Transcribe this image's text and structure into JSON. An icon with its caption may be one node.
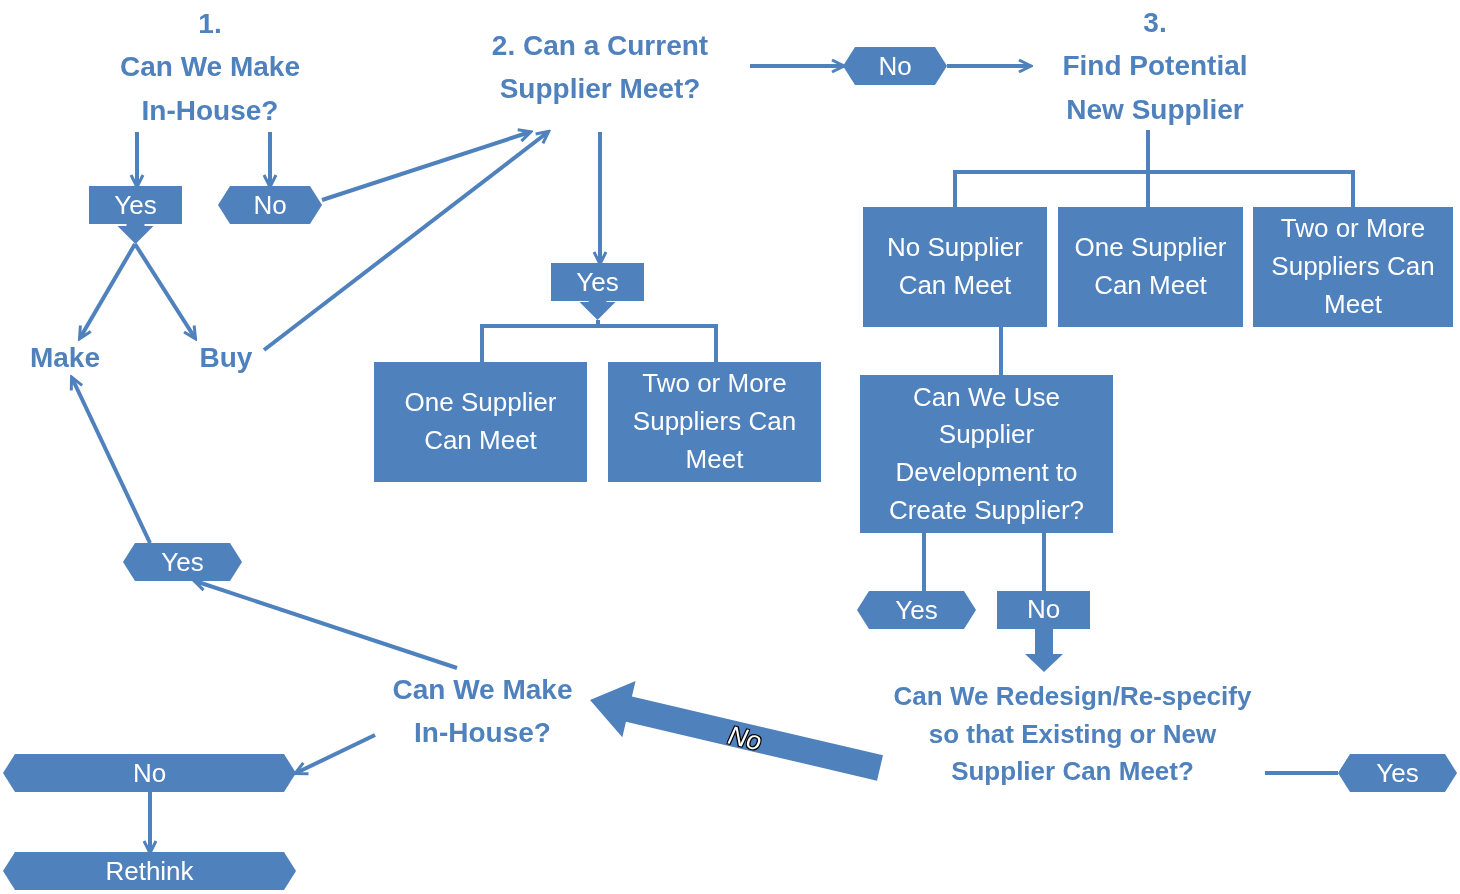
{
  "diagram": {
    "nodes": [
      {
        "text": [
          "1.",
          "Can We Make In-House?"
        ]
      },
      {
        "text": [
          "Yes"
        ]
      },
      {
        "text": [
          "No"
        ]
      },
      {
        "text": [
          "2. Can a Current Supplier Meet?"
        ]
      },
      {
        "text": [
          "Make"
        ]
      },
      {
        "text": [
          "Buy"
        ]
      },
      {
        "text": [
          "Yes"
        ]
      },
      {
        "text": [
          "One Supplier Can Meet"
        ]
      },
      {
        "text": [
          "Two or More Suppliers Can Meet"
        ]
      },
      {
        "text": [
          "No"
        ]
      },
      {
        "text": [
          "3.",
          "Find Potential New Supplier"
        ]
      },
      {
        "text": [
          "No Supplier Can Meet"
        ]
      },
      {
        "text": [
          "One Supplier Can Meet"
        ]
      },
      {
        "text": [
          "Two or More Suppliers Can Meet"
        ]
      },
      {
        "text": [
          "Can We Use Supplier Development to Create Supplier?"
        ]
      },
      {
        "text": [
          "Yes"
        ]
      },
      {
        "text": [
          "No"
        ]
      },
      {
        "text": [
          "Yes"
        ]
      },
      {
        "text": [
          "Can We Make In-House?"
        ]
      },
      {
        "text": [
          "No"
        ]
      },
      {
        "text": [
          "Rethink"
        ]
      },
      {
        "text": [
          "Can We Redesign/Re-specify so that Existing or New Supplier Can Meet?"
        ]
      },
      {
        "text": [
          "Yes"
        ]
      }
    ],
    "edges": [
      {
        "from": 0,
        "to": 1,
        "arrow": "to"
      },
      {
        "from": 0,
        "to": 2,
        "arrow": "to"
      },
      {
        "from": 1,
        "to": 4,
        "arrow": "to"
      },
      {
        "from": 1,
        "to": 5,
        "arrow": "to"
      },
      {
        "from": 2,
        "to": 3,
        "arrow": "to"
      },
      {
        "from": 5,
        "to": 3,
        "arrow": "to"
      },
      {
        "from": 3,
        "to": 6,
        "arrow": "to"
      },
      {
        "from": 3,
        "to": 9,
        "arrow": "to"
      },
      {
        "from": 9,
        "to": 10,
        "arrow": "to"
      },
      {
        "from": 6,
        "to": 7,
        "arrow": "none"
      },
      {
        "from": 6,
        "to": 8,
        "arrow": "none"
      },
      {
        "from": 10,
        "to": 11,
        "arrow": "none"
      },
      {
        "from": 10,
        "to": 12,
        "arrow": "none"
      },
      {
        "from": 10,
        "to": 13,
        "arrow": "none"
      },
      {
        "from": 11,
        "to": 14,
        "arrow": "none"
      },
      {
        "from": 14,
        "to": 15,
        "arrow": "none"
      },
      {
        "from": 14,
        "to": 16,
        "arrow": "none"
      },
      {
        "from": 16,
        "to": 21,
        "arrow": "to",
        "style": "thick"
      },
      {
        "from": 21,
        "to": 22,
        "arrow": "none"
      },
      {
        "from": 21,
        "to": 18,
        "arrow": "to",
        "style": "thick",
        "label": "No"
      },
      {
        "from": 18,
        "to": 17,
        "arrow": "to"
      },
      {
        "from": 17,
        "to": 4,
        "arrow": "to"
      },
      {
        "from": 18,
        "to": 19,
        "arrow": "to"
      },
      {
        "from": 19,
        "to": 20,
        "arrow": "to"
      }
    ]
  }
}
